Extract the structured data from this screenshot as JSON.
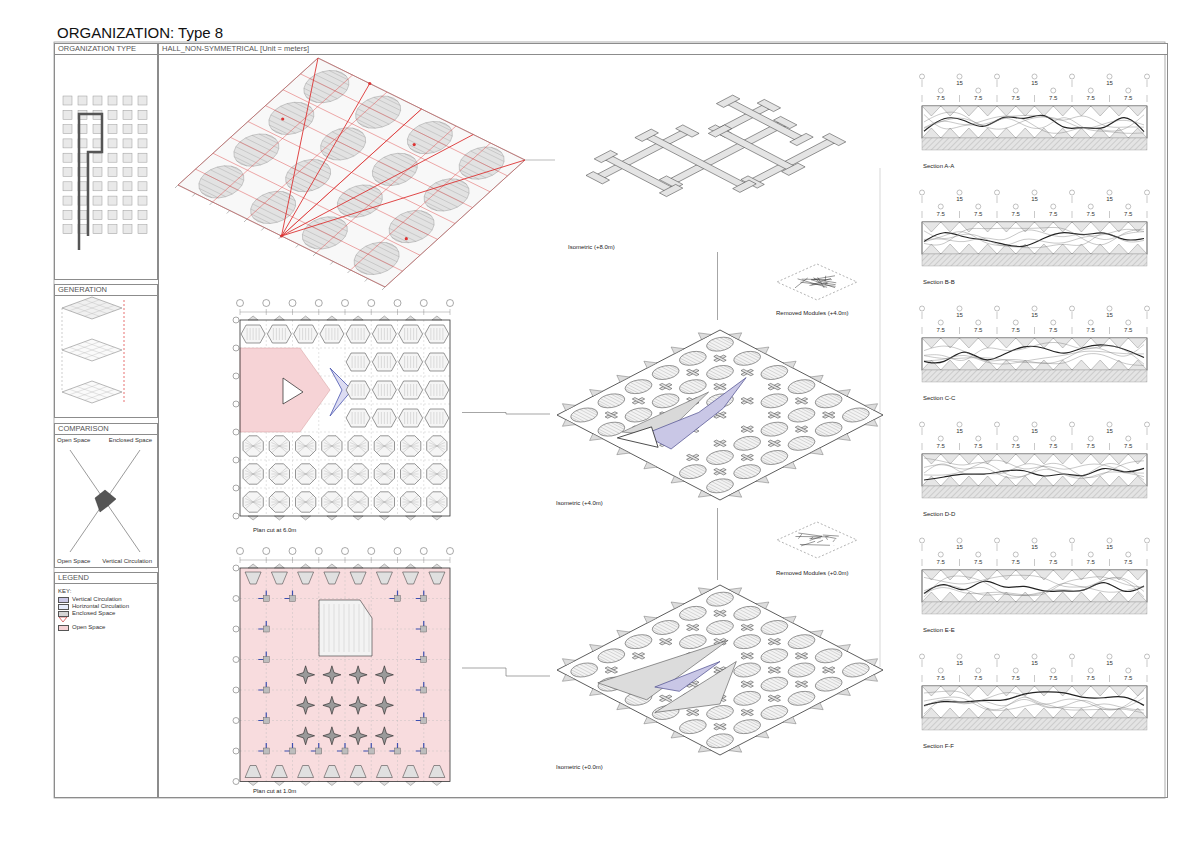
{
  "diagram": {
    "title": "ORGANIZATION: Type 8",
    "nodes": [
      {
        "text": [
          "ORGANIZATION TYPE"
        ]
      },
      {
        "text": [
          "GENERATION"
        ]
      },
      {
        "text": [
          "COMPARISON"
        ]
      },
      {
        "text": [
          "LEGEND"
        ]
      },
      {
        "text": [
          "HALL_NON-SYMMETRICAL [Unit = meters]"
        ]
      },
      {
        "text": [
          "Plan cut at 6.0m"
        ],
        "in": 4
      },
      {
        "text": [
          "Plan cut at 1.0m"
        ],
        "in": 4
      },
      {
        "text": [
          "Isometric (+8.0m)"
        ],
        "in": 4
      },
      {
        "text": [
          "Isometric (+4.0m)"
        ],
        "in": 4
      },
      {
        "text": [
          "Isometric (+0.0m)"
        ],
        "in": 4
      },
      {
        "text": [
          "Removed Modules (+4.0m)"
        ],
        "in": 4
      },
      {
        "text": [
          "Removed Modules (+0.0m)"
        ],
        "in": 4
      },
      {
        "text": [
          "Section A-A"
        ],
        "in": 4
      },
      {
        "text": [
          "Section B-B"
        ],
        "in": 4
      },
      {
        "text": [
          "Section C-C"
        ],
        "in": 4
      },
      {
        "text": [
          "Section D-D"
        ],
        "in": 4
      },
      {
        "text": [
          "Section E-E"
        ],
        "in": 4
      },
      {
        "text": [
          "Section F-F"
        ],
        "in": 4
      }
    ],
    "edges": [
      {
        "from": 5,
        "to": 8,
        "arrow": "none"
      },
      {
        "from": 6,
        "to": 9,
        "arrow": "none"
      },
      {
        "from": 7,
        "to": 8,
        "arrow": "none"
      },
      {
        "from": 8,
        "to": 9,
        "arrow": "none"
      }
    ],
    "labels": [
      "KEY:",
      "Open Space",
      "Enclosed Space",
      "Open Space",
      "Vertical Circulation",
      "15",
      "15",
      "15",
      "7.5",
      "7.5",
      "7.5",
      "7.5",
      "7.5",
      "7.5",
      "15",
      "15",
      "15",
      "7.5",
      "7.5",
      "7.5",
      "7.5",
      "7.5",
      "7.5",
      "15",
      "15",
      "15",
      "7.5",
      "7.5",
      "7.5",
      "7.5",
      "7.5",
      "7.5",
      "15",
      "15",
      "15",
      "7.5",
      "7.5",
      "7.5",
      "7.5",
      "7.5",
      "7.5",
      "15",
      "15",
      "15",
      "7.5",
      "7.5",
      "7.5",
      "7.5",
      "7.5",
      "7.5",
      "15",
      "15",
      "15",
      "7.5",
      "7.5",
      "7.5",
      "7.5",
      "7.5",
      "7.5"
    ],
    "legend": [
      {
        "text": "Vertical Circulation",
        "color": "#c9c7e6"
      },
      {
        "text": "Horizontal Circulation",
        "color": "#e6ebfa"
      },
      {
        "text": "Enclosed Space",
        "color": "#d6d6d6"
      },
      {
        "text": "Open Space",
        "color": "#f6d3d6"
      }
    ]
  }
}
